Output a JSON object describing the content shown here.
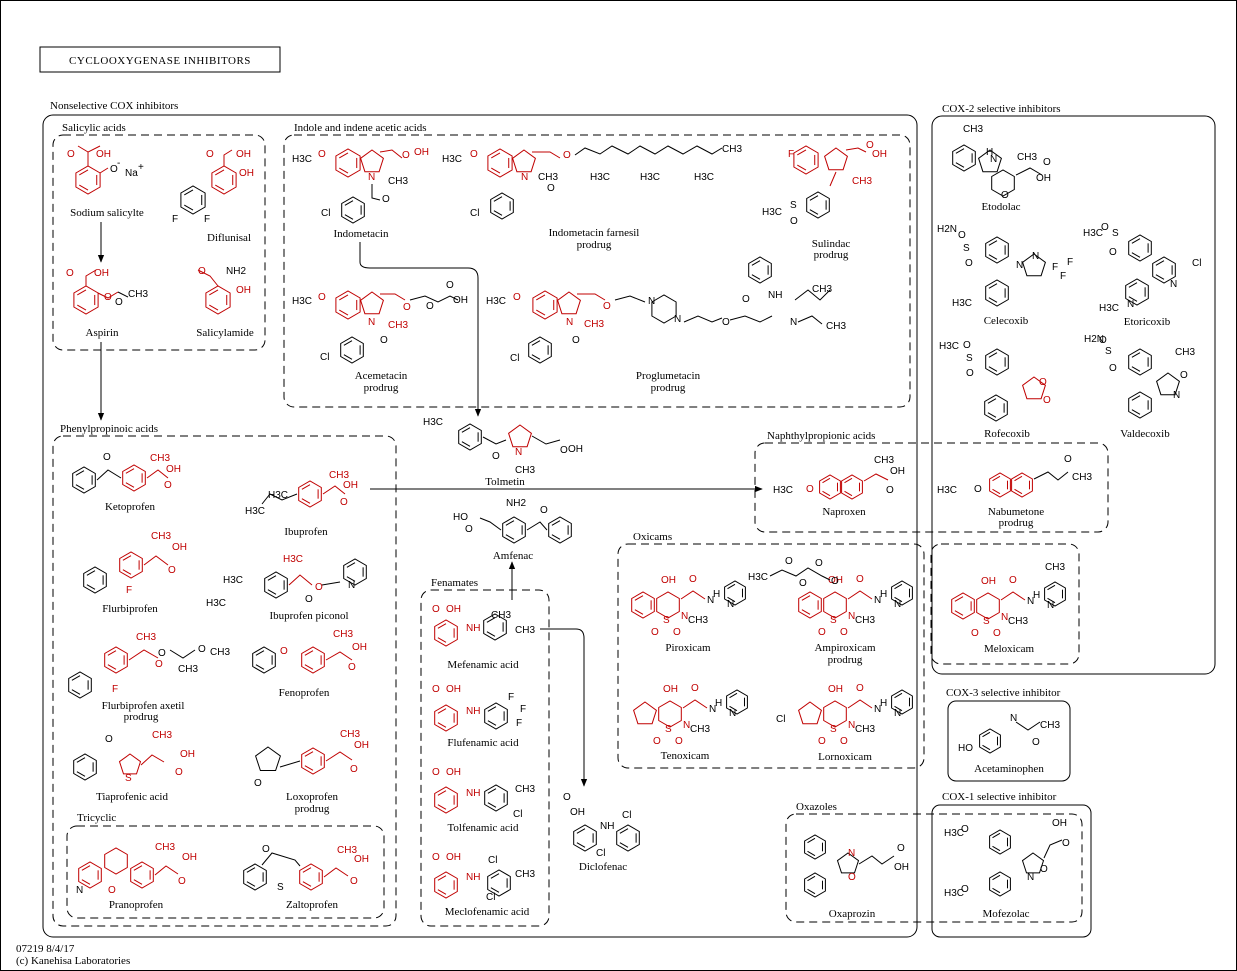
{
  "title": "CYCLOOXYGENASE INHIBITORS",
  "colors": {
    "inhibitor": "#c00000",
    "structure": "#000000"
  },
  "groups": {
    "nonselective": "Nonselective COX inhibitors",
    "salicylic": "Salicylic acids",
    "indole": "Indole and indene acetic acids",
    "phenylpropinoic": "Phenylpropinoic acids",
    "tricyclic": "Tricyclic",
    "fenamates": "Fenamates",
    "oxicams": "Oxicams",
    "naphthyl": "Naphthylpropionic acids",
    "oxazoles": "Oxazoles",
    "cox2": "COX-2 selective inhibitors",
    "cox3": "COX-3 selective inhibitor",
    "cox1": "COX-1 selective inhibitor"
  },
  "compounds": {
    "sodium_salicylate": "Sodium salicylte",
    "diflunisal": "Diflunisal",
    "aspirin": "Aspirin",
    "salicylamide": "Salicylamide",
    "indometacin": "Indometacin",
    "indometacin_farnesil": [
      "Indometacin farnesil",
      "prodrug"
    ],
    "sulindac": [
      "Sulindac",
      "prodrug"
    ],
    "acemetacin": [
      "Acemetacin",
      "prodrug"
    ],
    "proglumetacin": [
      "Proglumetacin",
      "prodrug"
    ],
    "tolmetin": "Tolmetin",
    "ketoprofen": "Ketoprofen",
    "ibuprofen": "Ibuprofen",
    "flurbiprofen": "Flurbiprofen",
    "ibuprofen_piconol": "Ibuprofen piconol",
    "fenoprofen": "Fenoprofen",
    "flurbiprofen_axetil": [
      "Flurbiprofen axetil",
      "prodrug"
    ],
    "tiaprofenic": "Tiaprofenic acid",
    "loxoprofen": [
      "Loxoprofen",
      "prodrug"
    ],
    "pranoprofen": "Pranoprofen",
    "zaltoprofen": "Zaltoprofen",
    "amfenac": "Amfenac",
    "mefenamic": "Mefenamic acid",
    "flufenamic": "Flufenamic acid",
    "tolfenamic": "Tolfenamic acid",
    "meclofenamic": "Meclofenamic acid",
    "diclofenac": "Diclofenac",
    "piroxicam": "Piroxicam",
    "ampiroxicam": [
      "Ampiroxicam",
      "prodrug"
    ],
    "tenoxicam": "Tenoxicam",
    "lornoxicam": "Lornoxicam",
    "meloxicam": "Meloxicam",
    "naproxen": "Naproxen",
    "nabumetone": [
      "Nabumetone",
      "prodrug"
    ],
    "etodolac": "Etodolac",
    "celecoxib": "Celecoxib",
    "etoricoxib": "Etoricoxib",
    "rofecoxib": "Rofecoxib",
    "valdecoxib": "Valdecoxib",
    "acetaminophen": "Acetaminophen",
    "oxaprozin": "Oxaprozin",
    "mofezolac": "Mofezolac"
  },
  "footer": {
    "id": "07219 8/4/17",
    "copyright": "(c) Kanehisa Laboratories"
  }
}
